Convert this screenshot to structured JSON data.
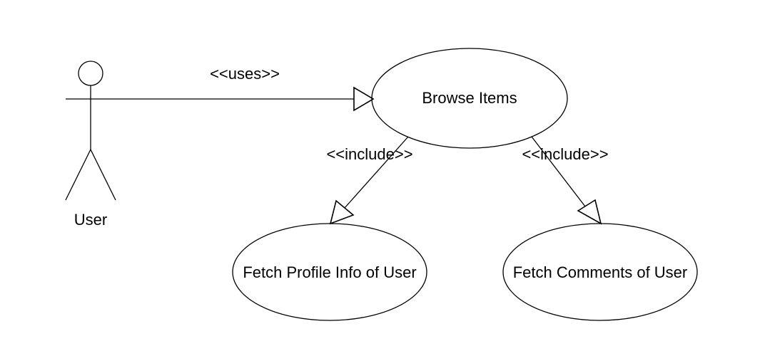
{
  "diagram": {
    "actor": {
      "name": "User"
    },
    "use_cases": {
      "browse": "Browse Items",
      "profile": "Fetch Profile Info of User",
      "comments": "Fetch Comments of User"
    },
    "relations": {
      "uses": "<<uses>>",
      "include_profile": "<<include>>",
      "include_comments": "<<include>>"
    }
  }
}
